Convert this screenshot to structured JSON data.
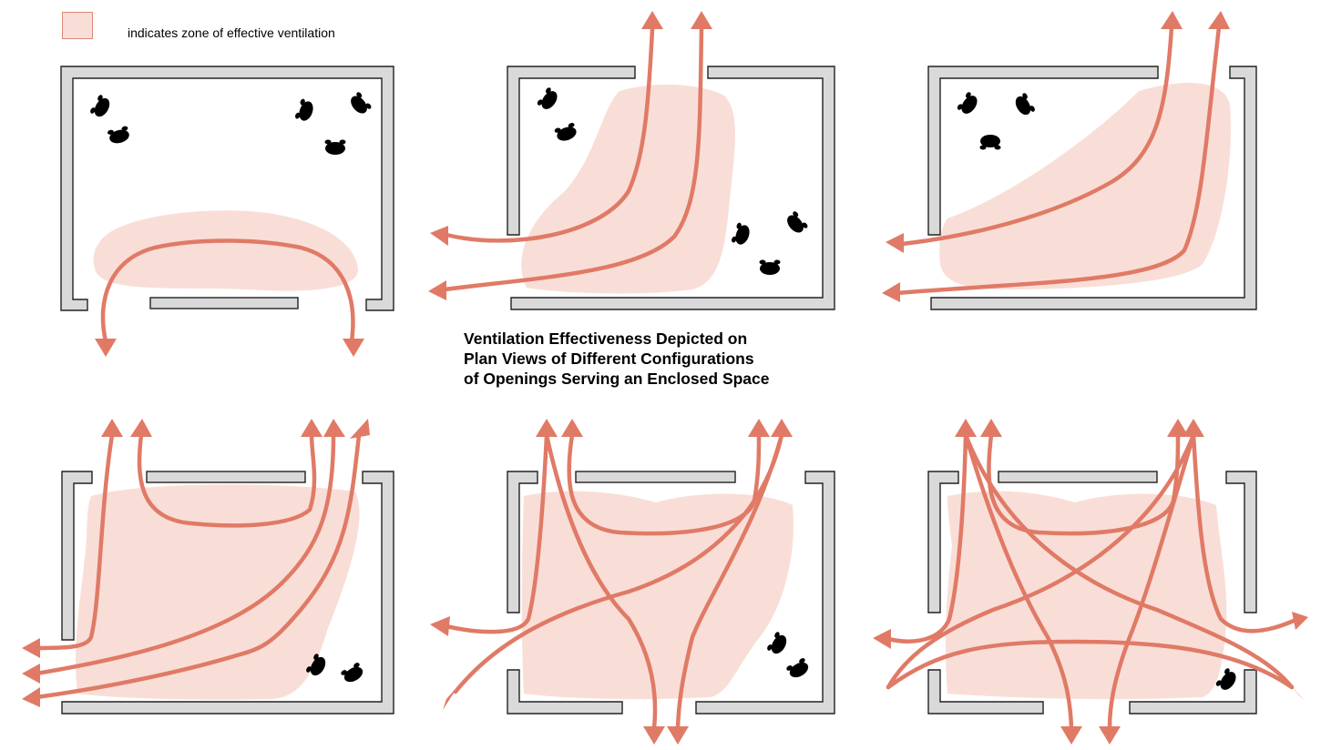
{
  "legend": {
    "label": "indicates zone of effective ventilation",
    "swatch_color": "#f9ded7"
  },
  "title": {
    "line1": "Ventilation Effectiveness Depicted on",
    "line2": "Plan Views of Different Configurations",
    "line3": "of Openings Serving an Enclosed Space"
  },
  "colors": {
    "airflow_arrow": "#e07a66",
    "wall_fill": "#d9d9d9",
    "zone_fill": "#f9ded7"
  },
  "panels": [
    {
      "position": "top-left",
      "openings": "two gaps in bottom wall",
      "occupants": 5
    },
    {
      "position": "top-middle",
      "openings": "gap in top wall and left wall",
      "occupants": 5
    },
    {
      "position": "top-right",
      "openings": "gap in top-right corner and left wall",
      "occupants": 3
    },
    {
      "position": "bottom-left",
      "openings": "two gaps in top wall and left wall",
      "occupants": 2
    },
    {
      "position": "bottom-middle",
      "openings": "gaps in top, left and bottom walls",
      "occupants": 2
    },
    {
      "position": "bottom-right",
      "openings": "gaps in top, left, right and bottom walls",
      "occupants": 1
    }
  ]
}
